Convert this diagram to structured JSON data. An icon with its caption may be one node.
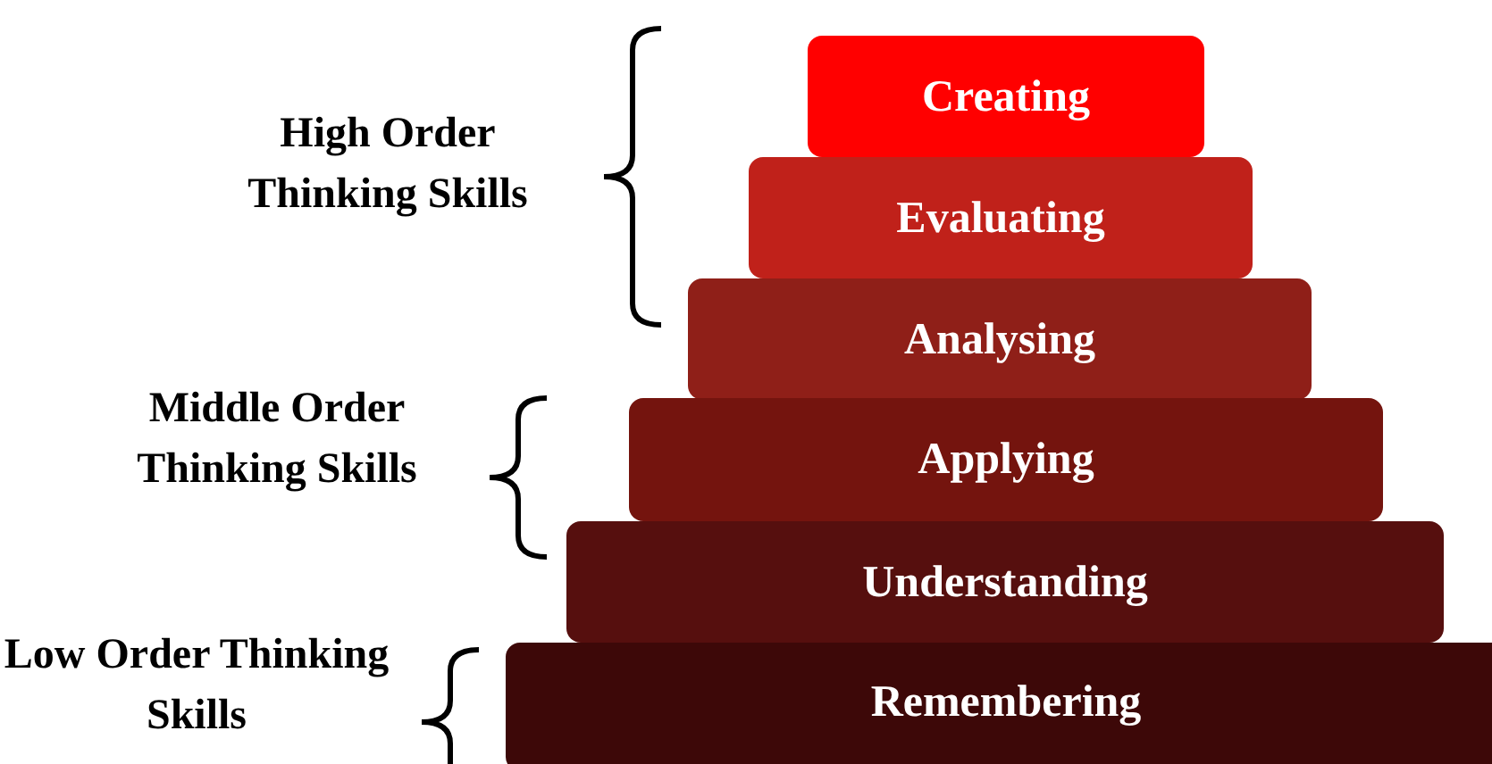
{
  "diagram": {
    "nodes": [
      {
        "text": [
          "Creating"
        ]
      },
      {
        "text": [
          "Evaluating"
        ]
      },
      {
        "text": [
          "Analysing"
        ]
      },
      {
        "text": [
          "Applying"
        ]
      },
      {
        "text": [
          "Understanding"
        ]
      },
      {
        "text": [
          "Remembering"
        ]
      }
    ],
    "labels": [
      "High Order Thinking Skills",
      "Middle Order Thinking Skills",
      "Low Order Thinking Skills"
    ]
  }
}
